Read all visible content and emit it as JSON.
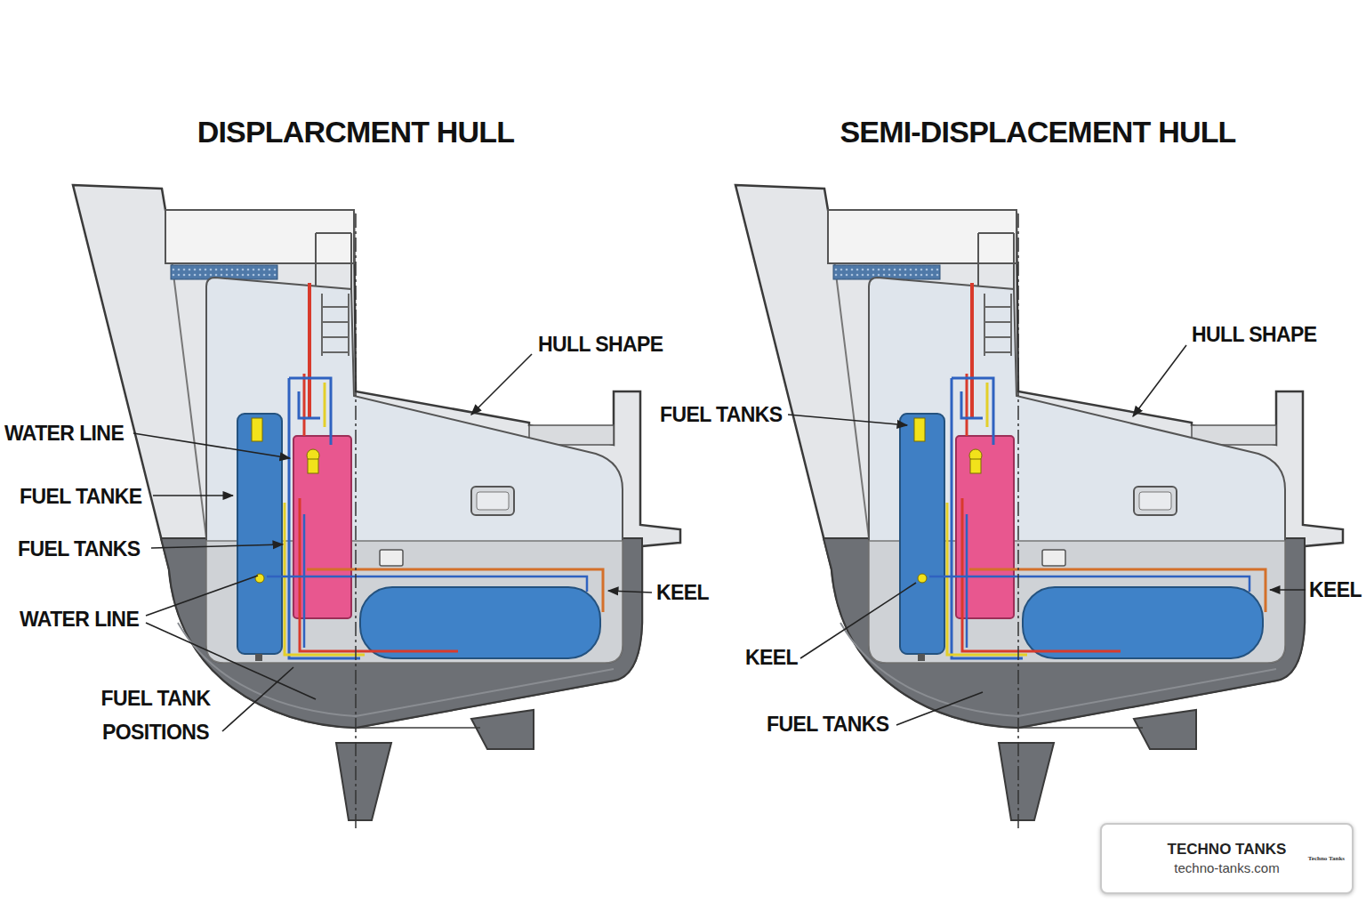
{
  "diagram": {
    "nodes": [
      {
        "text": [
          "TECHNO TANKS",
          "techno-tanks.com",
          "Techno Tanks"
        ]
      }
    ],
    "labels": [
      "DISPLARCMENT HULL",
      "HULL SHAPE",
      "WATER LINE",
      "FUEL TANKE",
      "FUEL TANKS",
      "WATER LINE",
      "FUEL TANK POSITIONS",
      "KEEL",
      "SEMI-DISPLACEMENT HULL",
      "HULL SHAPE",
      "FUEL TANKS",
      "KEEL",
      "KEEL",
      "FUEL TANKS"
    ]
  }
}
